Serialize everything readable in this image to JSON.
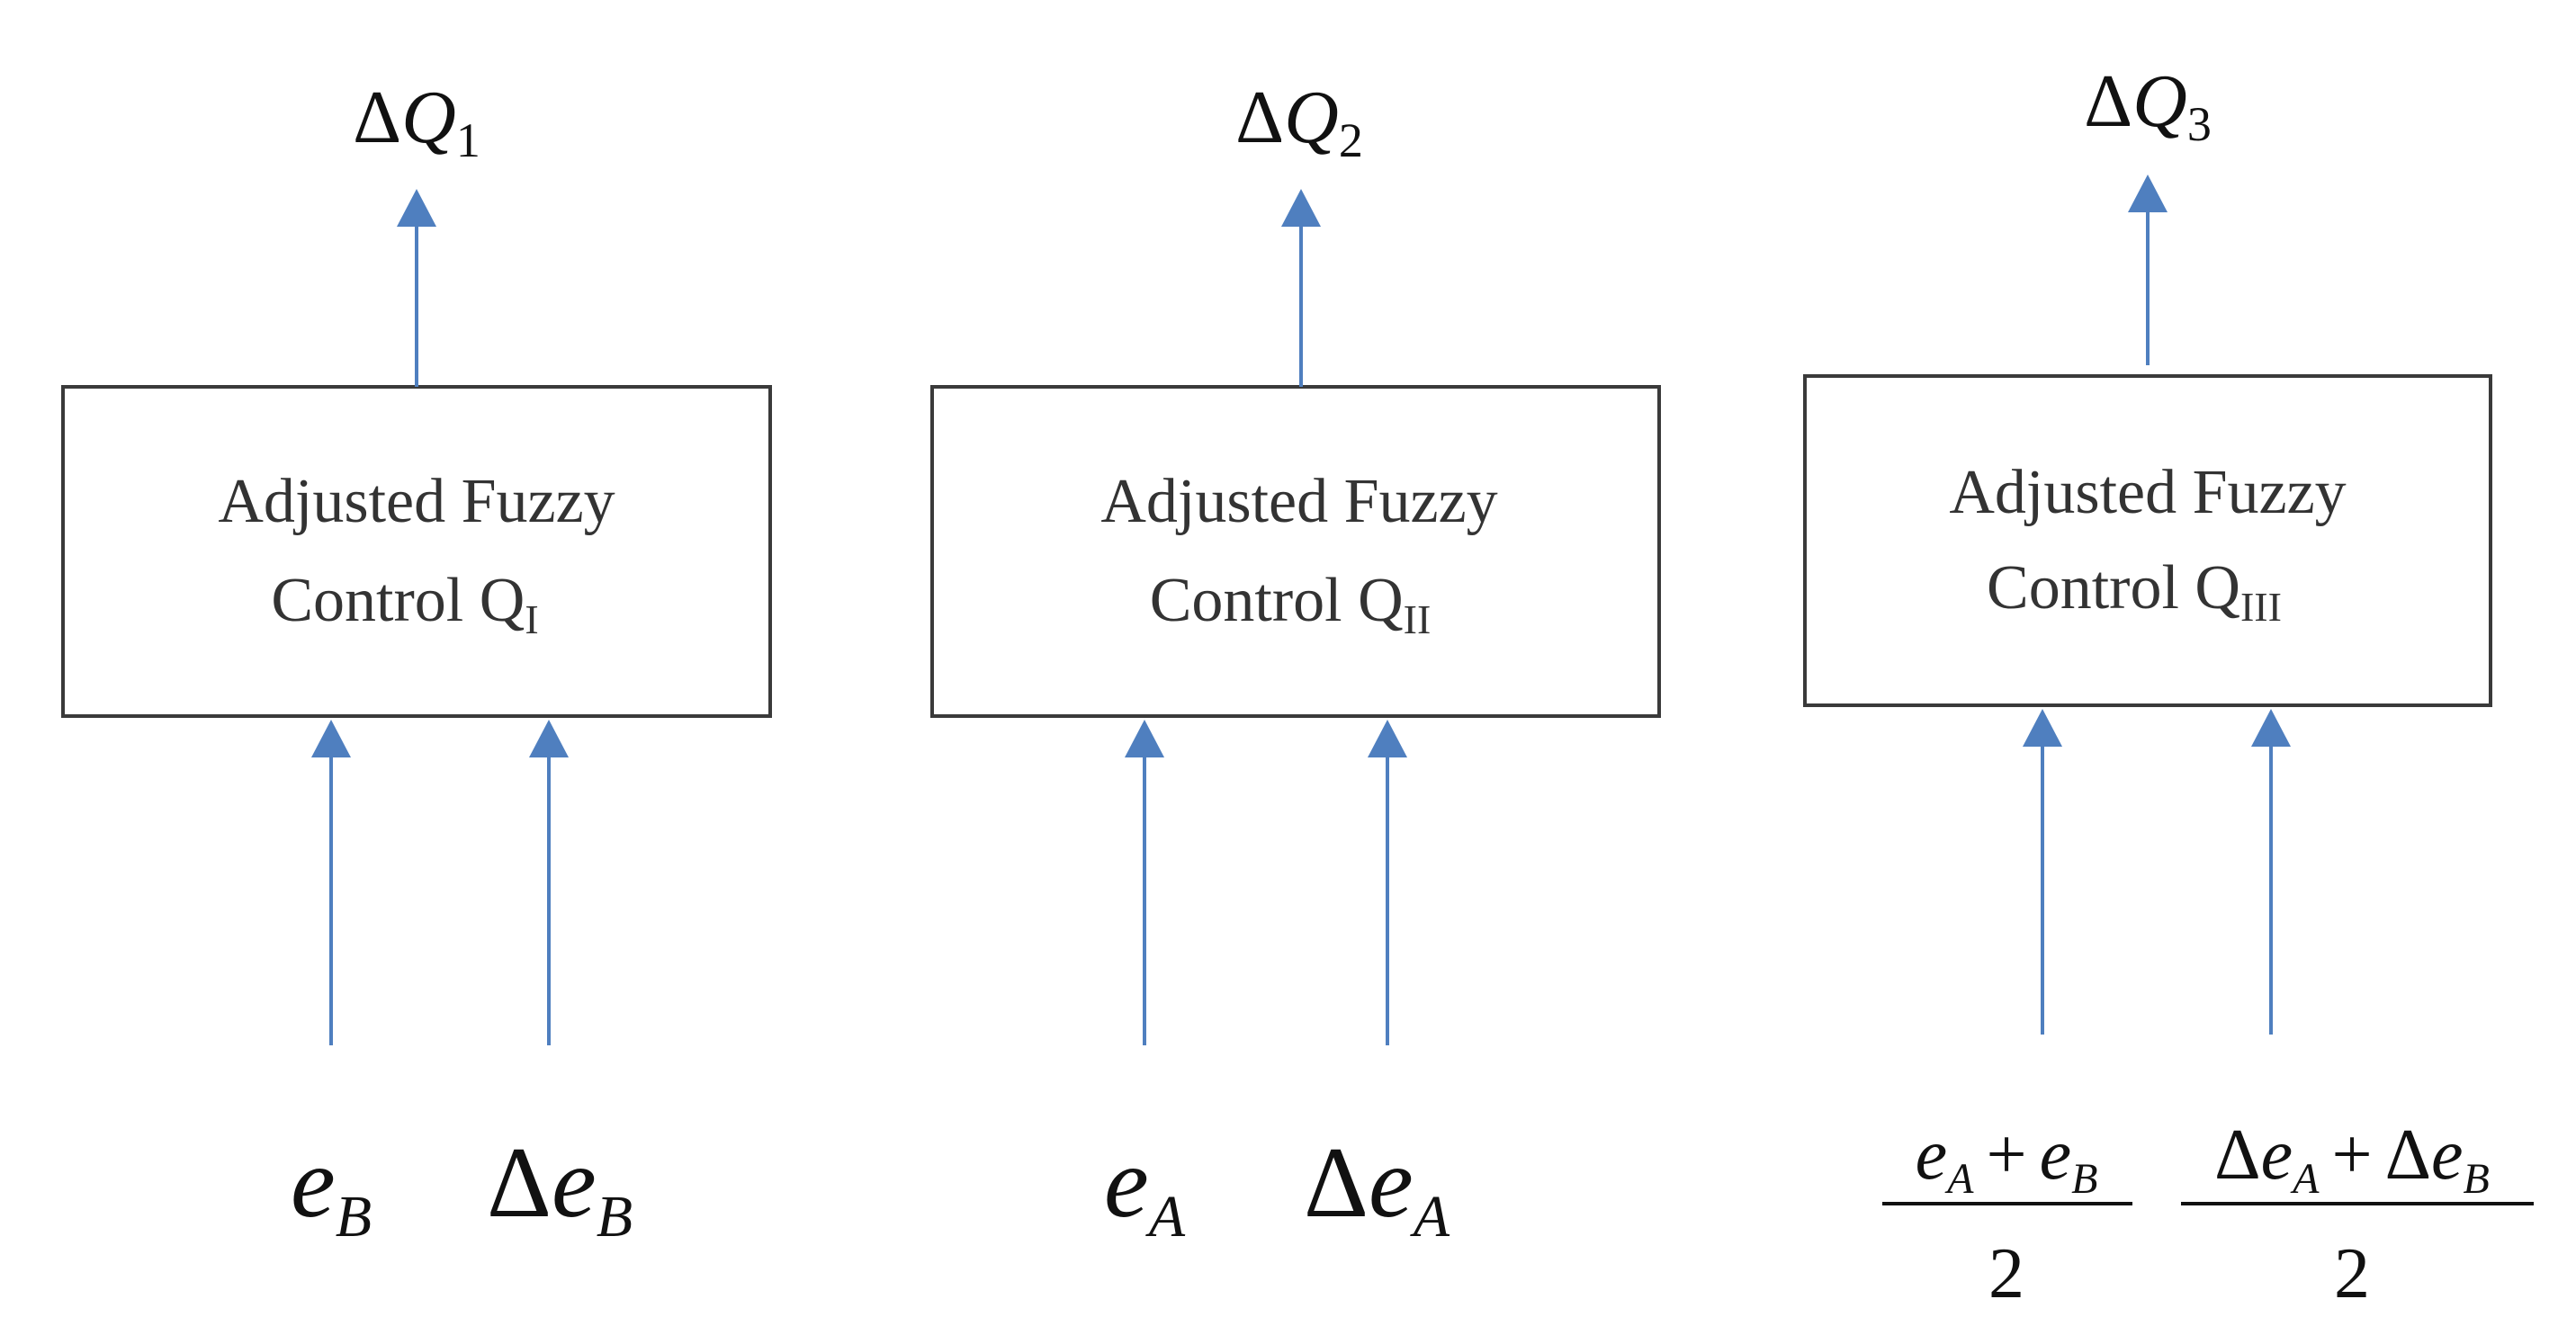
{
  "colors": {
    "arrow": "#4f7fbf",
    "box_border": "#3a3a3a",
    "text": "#333333"
  },
  "blocks": [
    {
      "id": "block-1",
      "label_line1": "Adjusted Fuzzy",
      "label_line2": "Control Q",
      "label_sub": "I",
      "output": {
        "prefix": "Δ",
        "symbol": "Q",
        "sub": "1"
      },
      "inputs": [
        {
          "prefix": "",
          "symbol": "e",
          "sub": "B"
        },
        {
          "prefix": "Δ",
          "symbol": "e",
          "sub": "B"
        }
      ]
    },
    {
      "id": "block-2",
      "label_line1": "Adjusted Fuzzy",
      "label_line2": "Control Q",
      "label_sub": "II",
      "output": {
        "prefix": "Δ",
        "symbol": "Q",
        "sub": "2"
      },
      "inputs": [
        {
          "prefix": "",
          "symbol": "e",
          "sub": "A"
        },
        {
          "prefix": "Δ",
          "symbol": "e",
          "sub": "A"
        }
      ]
    },
    {
      "id": "block-3",
      "label_line1": "Adjusted Fuzzy",
      "label_line2": "Control Q",
      "label_sub": "III",
      "output": {
        "prefix": "Δ",
        "symbol": "Q",
        "sub": "3"
      },
      "inputs": [
        {
          "fraction": true,
          "num": [
            {
              "prefix": "",
              "symbol": "e",
              "sub": "A"
            },
            {
              "op": "+"
            },
            {
              "prefix": "",
              "symbol": "e",
              "sub": "B"
            }
          ],
          "den": "2"
        },
        {
          "fraction": true,
          "num": [
            {
              "prefix": "Δ",
              "symbol": "e",
              "sub": "A"
            },
            {
              "op": "+"
            },
            {
              "prefix": "Δ",
              "symbol": "e",
              "sub": "B"
            }
          ],
          "den": "2"
        }
      ]
    }
  ]
}
